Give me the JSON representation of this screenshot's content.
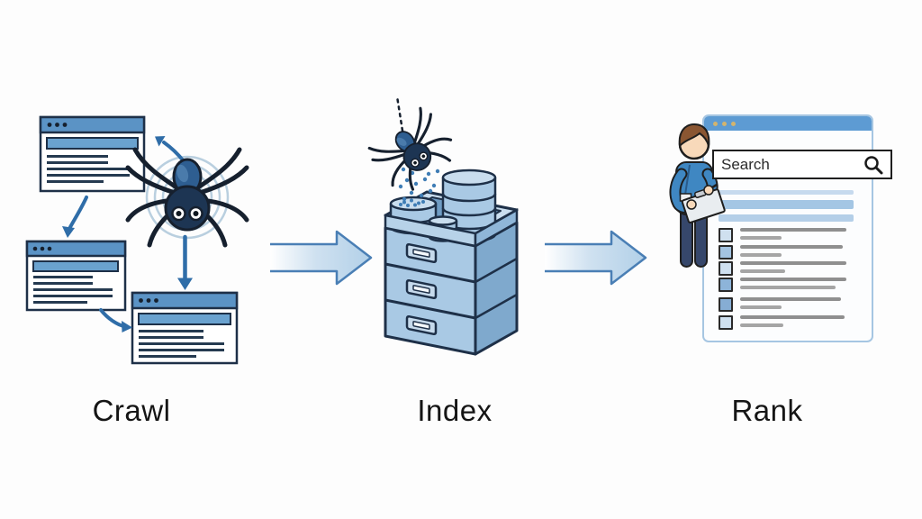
{
  "diagram": {
    "subject": "search-engine-pipeline",
    "stages": [
      {
        "id": "crawl",
        "label": "Crawl"
      },
      {
        "id": "index",
        "label": "Index"
      },
      {
        "id": "rank",
        "label": "Rank"
      }
    ]
  },
  "rank_ui": {
    "search_text": "Search",
    "highlight_bars": 3,
    "results_count": 6
  },
  "icons": {
    "spider-icon": "cartoon spider (dark navy body, white eyes, 8 black legs)",
    "radar-waves-icon": "concentric light-blue circles",
    "browser-window-icon": "window with blue titlebar and 3 dots",
    "block-arrow-right-icon": "large light-blue right arrow with blue outline",
    "cabinet-icon": "isometric 3-drawer filing cabinet",
    "database-icon": "stacked disk cylinder",
    "magnifier-icon": "magnifying glass",
    "person-icon": "man with clipboard, blue shirt, navy pants"
  },
  "colors": {
    "background": "#fdfdfd",
    "window_titlebar": "#5b93c5",
    "window_border": "#1e3048",
    "highlight_bar": "#6aa2cf",
    "text_line": "#253a50",
    "radar_circle": "#b9cfdf",
    "curved_arrow": "#2f6da8",
    "block_arrow_fill": "#b2d0e8",
    "block_arrow_stroke": "#4a7fb5",
    "cabinet_front": "#a9c9e4",
    "cabinet_side": "#7fa9cd",
    "cabinet_rim": "#cadeef",
    "spider_abdomen": "#2e5e91",
    "spider_head": "#1d3553",
    "spider_leg": "#16202e",
    "data_dot": "#3f7db5",
    "rank_titlebar": "#5d9bd3",
    "rank_titlebar_dot": "#d2b46e",
    "rank_border": "#a6c6e2",
    "result_bar": "#a4c6e4",
    "result_line": "#8f8f8f",
    "checkbox_light": "#cfe0ef",
    "checkbox_dark": "#8db4d9",
    "person_shirt": "#3f87c2",
    "person_pants": "#36476b",
    "person_hair": "#8a5632",
    "person_skin": "#f8d9ba"
  }
}
